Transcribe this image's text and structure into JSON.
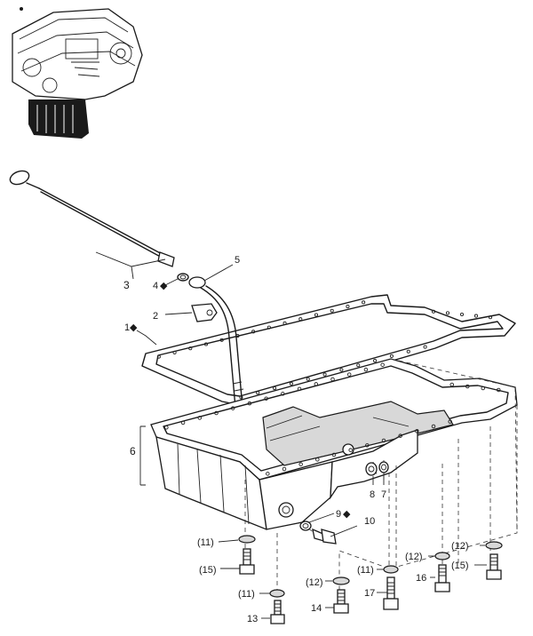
{
  "callouts": [
    {
      "id": "c1",
      "text": "1"
    },
    {
      "id": "c2",
      "text": "2"
    },
    {
      "id": "c3",
      "text": "3"
    },
    {
      "id": "c4",
      "text": "4"
    },
    {
      "id": "c5",
      "text": "5"
    },
    {
      "id": "c6",
      "text": "6"
    },
    {
      "id": "c7",
      "text": "7"
    },
    {
      "id": "c8",
      "text": "8"
    },
    {
      "id": "c9",
      "text": "9"
    },
    {
      "id": "c10",
      "text": "10"
    },
    {
      "id": "c11a",
      "text": "(11)"
    },
    {
      "id": "c11b",
      "text": "(11)"
    },
    {
      "id": "c11c",
      "text": "(11)"
    },
    {
      "id": "c12a",
      "text": "(12)"
    },
    {
      "id": "c12b",
      "text": "(12)"
    },
    {
      "id": "c12c",
      "text": "(12)"
    },
    {
      "id": "c13",
      "text": "13"
    },
    {
      "id": "c14",
      "text": "14"
    },
    {
      "id": "c15a",
      "text": "(15)"
    },
    {
      "id": "c15b",
      "text": "(15)"
    },
    {
      "id": "c16",
      "text": "16"
    },
    {
      "id": "c17",
      "text": "17"
    }
  ],
  "markers": {
    "diamond": "◆"
  },
  "colors": {
    "ink": "#1a1a1a",
    "shade": "#d8d8d8"
  }
}
